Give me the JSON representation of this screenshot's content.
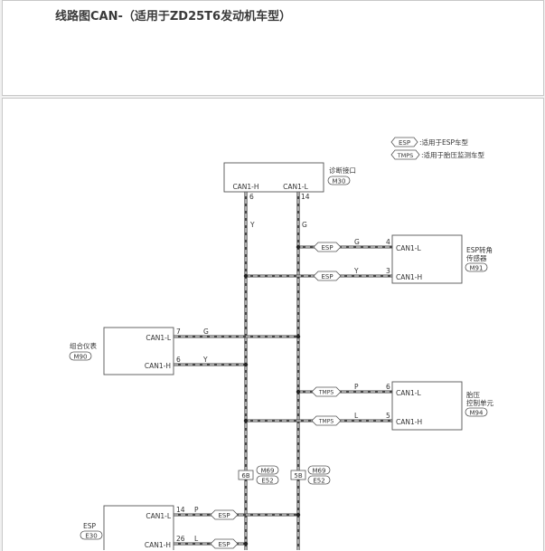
{
  "page": {
    "title": "线路图CAN-（适用于ZD25T6发动机车型）"
  },
  "legend": {
    "esp_tag": "ESP",
    "esp_text": ":适用于ESP车型",
    "tmps_tag": "TMPS",
    "tmps_text": ":适用于胎压监测车型"
  },
  "diag_connector": {
    "label": "诊断接口",
    "code": "M30",
    "pin_h_label": "CAN1-H",
    "pin_l_label": "CAN1-L",
    "pin_h_num": "6",
    "pin_l_num": "14",
    "wire_h_color": "Y",
    "wire_l_color": "G"
  },
  "esp_sensor": {
    "label_line1": "ESP转角",
    "label_line2": "传感器",
    "code": "M91",
    "pin_l_label": "CAN1-L",
    "pin_h_label": "CAN1-H",
    "pin_l_num": "4",
    "pin_h_num": "3",
    "wire_l_color": "G",
    "wire_h_color": "Y",
    "tag_l": "ESP",
    "tag_h": "ESP"
  },
  "cluster": {
    "label": "组合仪表",
    "code": "M90",
    "pin_l_label": "CAN1-L",
    "pin_h_label": "CAN1-H",
    "pin_l_num": "7",
    "pin_h_num": "6",
    "wire_l_color": "G",
    "wire_h_color": "Y"
  },
  "tpms_unit": {
    "label_line1": "胎压",
    "label_line2": "控制单元",
    "code": "M94",
    "pin_l_label": "CAN1-L",
    "pin_h_label": "CAN1-H",
    "pin_l_num": "6",
    "pin_h_num": "5",
    "wire_l_color": "P",
    "wire_h_color": "L",
    "tag_l": "TMPS",
    "tag_h": "TMPS"
  },
  "splices": {
    "left_pin": "6B",
    "right_pin": "5B",
    "left_code_top": "M69",
    "left_code_bottom": "E52",
    "right_code_top": "M69",
    "right_code_bottom": "E52"
  },
  "esp_module": {
    "label": "ESP",
    "code": "E30",
    "pin_l_label": "CAN1-L",
    "pin_h_label": "CAN1-H",
    "pin_l_num": "14",
    "pin_h_num": "26",
    "wire_l_color": "P",
    "wire_h_color": "L",
    "tag_l": "ESP",
    "tag_h": "ESP"
  }
}
